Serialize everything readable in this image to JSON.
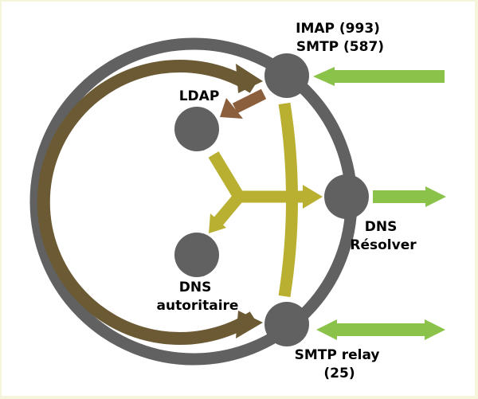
{
  "colors": {
    "ring": "#616161",
    "node": "#616161",
    "loop_arrow": "#6b5a33",
    "ldap_arrow": "#8b5e3c",
    "dns_arrow": "#b9b032",
    "external_arrow": "#8bc34a",
    "border": "#f5f5dc",
    "background": "#ffffff"
  },
  "nodes": {
    "imap": {
      "label_lines": [
        "IMAP (993)",
        "SMTP (587)"
      ]
    },
    "ldap": {
      "label_lines": [
        "LDAP"
      ]
    },
    "dns_resolver": {
      "label_lines": [
        "DNS",
        "Résolver"
      ]
    },
    "dns_authoritative": {
      "label_lines": [
        "DNS",
        "autoritaire"
      ]
    },
    "smtp_relay": {
      "label_lines": [
        "SMTP relay",
        "(25)"
      ]
    }
  },
  "connections": [
    {
      "from": "external",
      "to": "imap",
      "direction": "inbound"
    },
    {
      "from": "dns_resolver",
      "to": "external",
      "direction": "outbound"
    },
    {
      "from": "smtp_relay",
      "to": "external",
      "direction": "bidirectional"
    },
    {
      "from": "imap",
      "to": "ldap",
      "direction": "outbound"
    },
    {
      "from": "smtp_relay",
      "to": "imap",
      "direction": "loop"
    },
    {
      "from": "imap",
      "to": "smtp_relay",
      "direction": "loop"
    },
    {
      "from": "internal",
      "to": "dns_resolver",
      "direction": "outbound"
    },
    {
      "from": "internal",
      "to": "dns_authoritative",
      "direction": "outbound"
    }
  ]
}
